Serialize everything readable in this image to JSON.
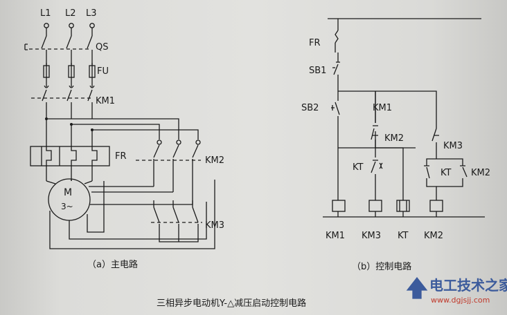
{
  "main_circuit": {
    "phase_labels": [
      "L1",
      "L2",
      "L3"
    ],
    "qs": "QS",
    "fu": "FU",
    "km1": "KM1",
    "fr": "FR",
    "km2": "KM2",
    "km3": "KM3",
    "motor_letter": "M",
    "motor_phase": "3~",
    "caption": "（a）主电路"
  },
  "control_circuit": {
    "fr": "FR",
    "sb1": "SB1",
    "sb2": "SB2",
    "km1_contact": "KM1",
    "km2_contact": "KM2",
    "km3_contact": "KM3",
    "kt_contact_left": "KT",
    "kt_contact_right": "KT",
    "km2_contact_right": "KM2",
    "coils": [
      "KM1",
      "KM3",
      "KT",
      "KM2"
    ],
    "caption": "（b）控制电路"
  },
  "figure_title": "三相异步电动机Y-△减压启动控制电路",
  "watermark": {
    "name": "电工技术之家",
    "url": "www.dgjsjj.com"
  }
}
